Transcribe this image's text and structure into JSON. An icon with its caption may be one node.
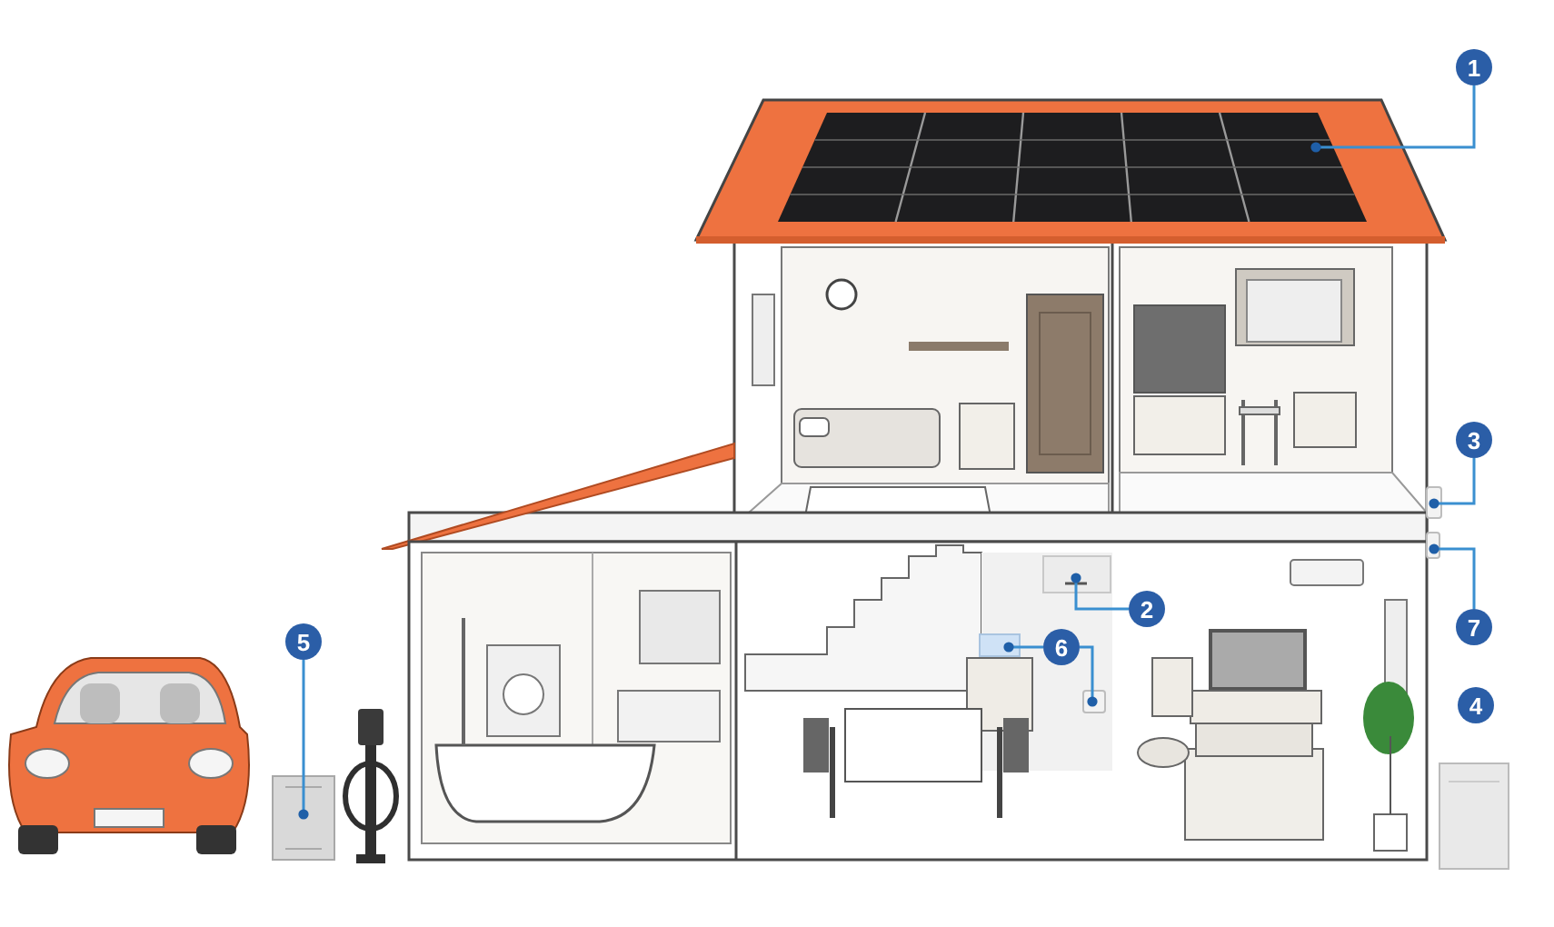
{
  "diagram": {
    "nodes": [
      {
        "text": [
          "1"
        ]
      },
      {
        "text": [],
        "shape": "picture"
      },
      {
        "text": [
          "3"
        ]
      },
      {
        "text": [],
        "shape": "box"
      },
      {
        "text": [
          "7"
        ]
      },
      {
        "text": [],
        "shape": "box"
      },
      {
        "text": [
          "2"
        ]
      },
      {
        "text": [],
        "shape": "picture"
      },
      {
        "text": [
          "6"
        ]
      },
      {
        "text": [],
        "shape": "picture"
      },
      {
        "text": [],
        "shape": "box"
      },
      {
        "text": [
          "5"
        ]
      },
      {
        "text": [],
        "shape": "picture"
      },
      {
        "text": [
          "4"
        ]
      }
    ],
    "edges": [
      {
        "from": 0,
        "to": 1,
        "arrow": "other"
      },
      {
        "from": 2,
        "to": 3,
        "arrow": "other"
      },
      {
        "from": 4,
        "to": 5,
        "arrow": "other"
      },
      {
        "from": 6,
        "to": 7,
        "arrow": "other"
      },
      {
        "from": 8,
        "to": 9,
        "arrow": "other"
      },
      {
        "from": 8,
        "to": 10,
        "arrow": "other"
      },
      {
        "from": 11,
        "to": 12,
        "arrow": "other"
      }
    ]
  }
}
